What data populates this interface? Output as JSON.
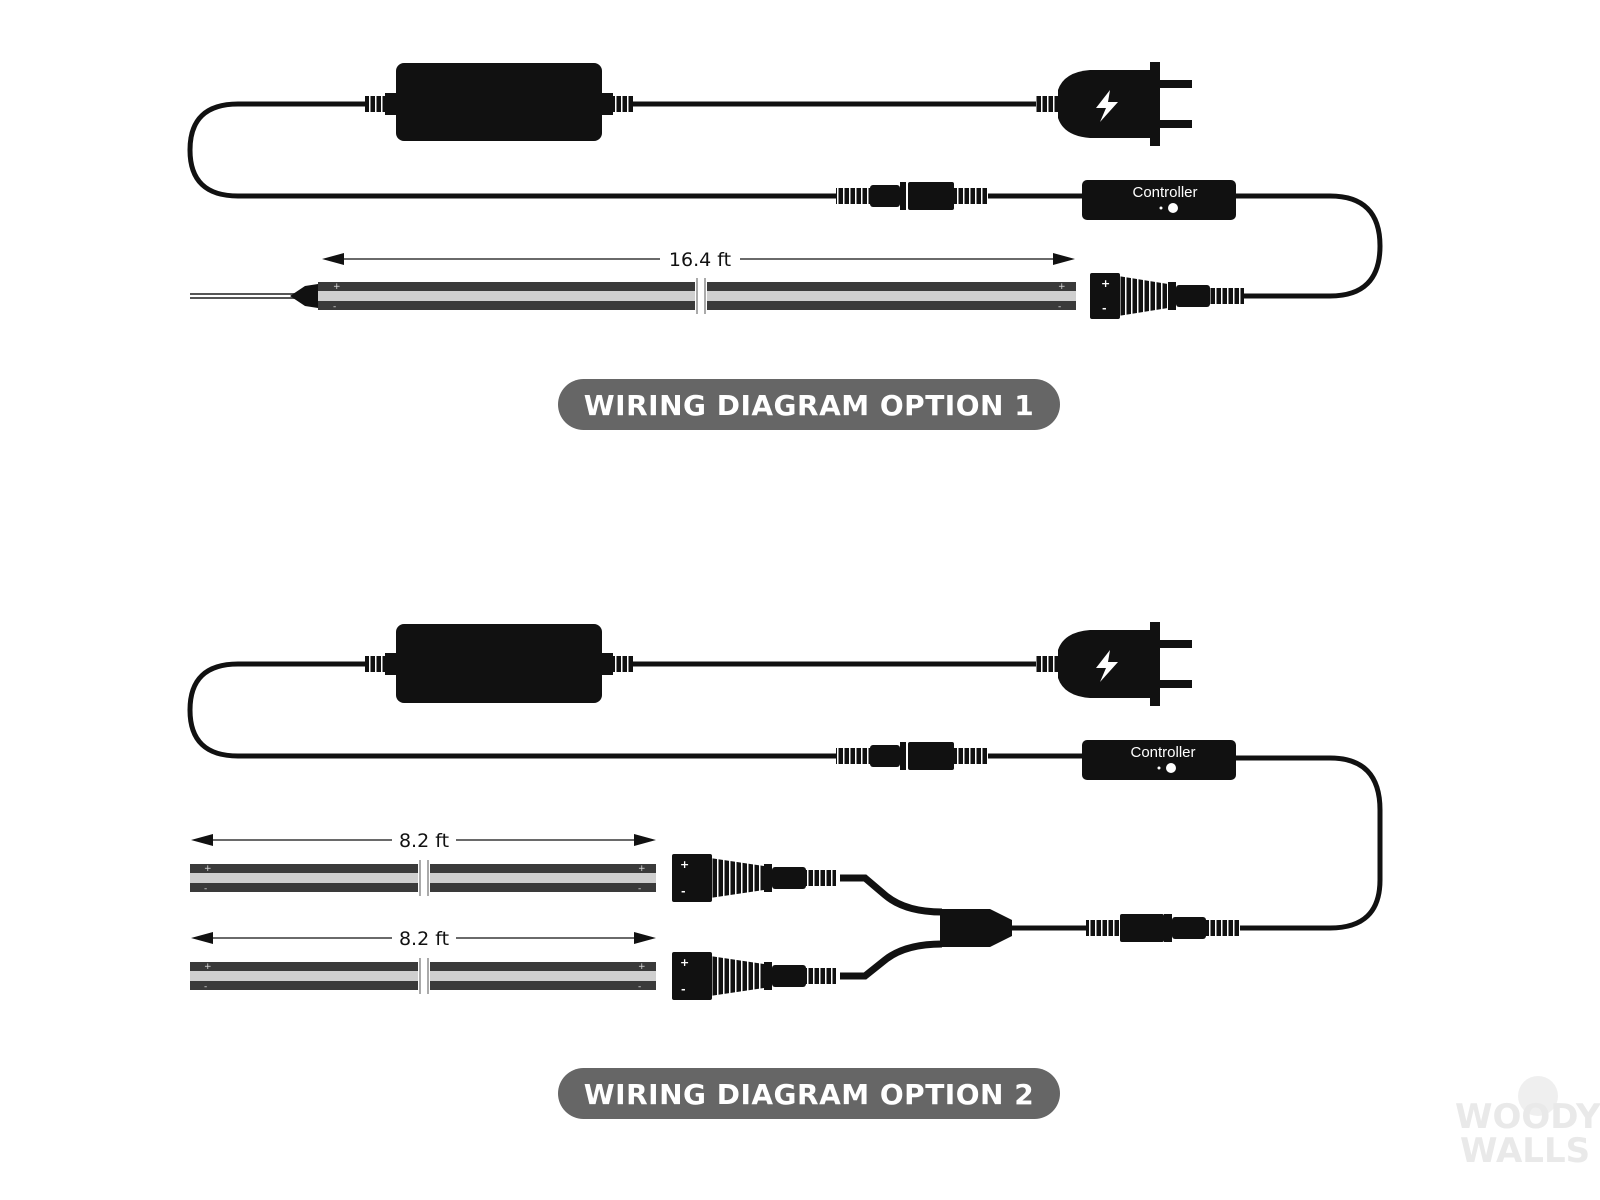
{
  "diagram_1": {
    "title": "WIRING DIAGRAM OPTION 1",
    "controller_label": "Controller",
    "strip_length": "16.4 ft"
  },
  "diagram_2": {
    "title": "WIRING DIAGRAM OPTION 2",
    "controller_label": "Controller",
    "strips": [
      {
        "length": "8.2 ft"
      },
      {
        "length": "8.2 ft"
      }
    ]
  },
  "polarity": {
    "positive": "+",
    "negative": "-"
  },
  "watermark": {
    "line1": "WOODY",
    "line2": "WALLS"
  },
  "colors": {
    "cable": "#111111",
    "banner": "#666666",
    "strip_dark": "#3a3a3a",
    "strip_light": "#cfcfcf"
  }
}
